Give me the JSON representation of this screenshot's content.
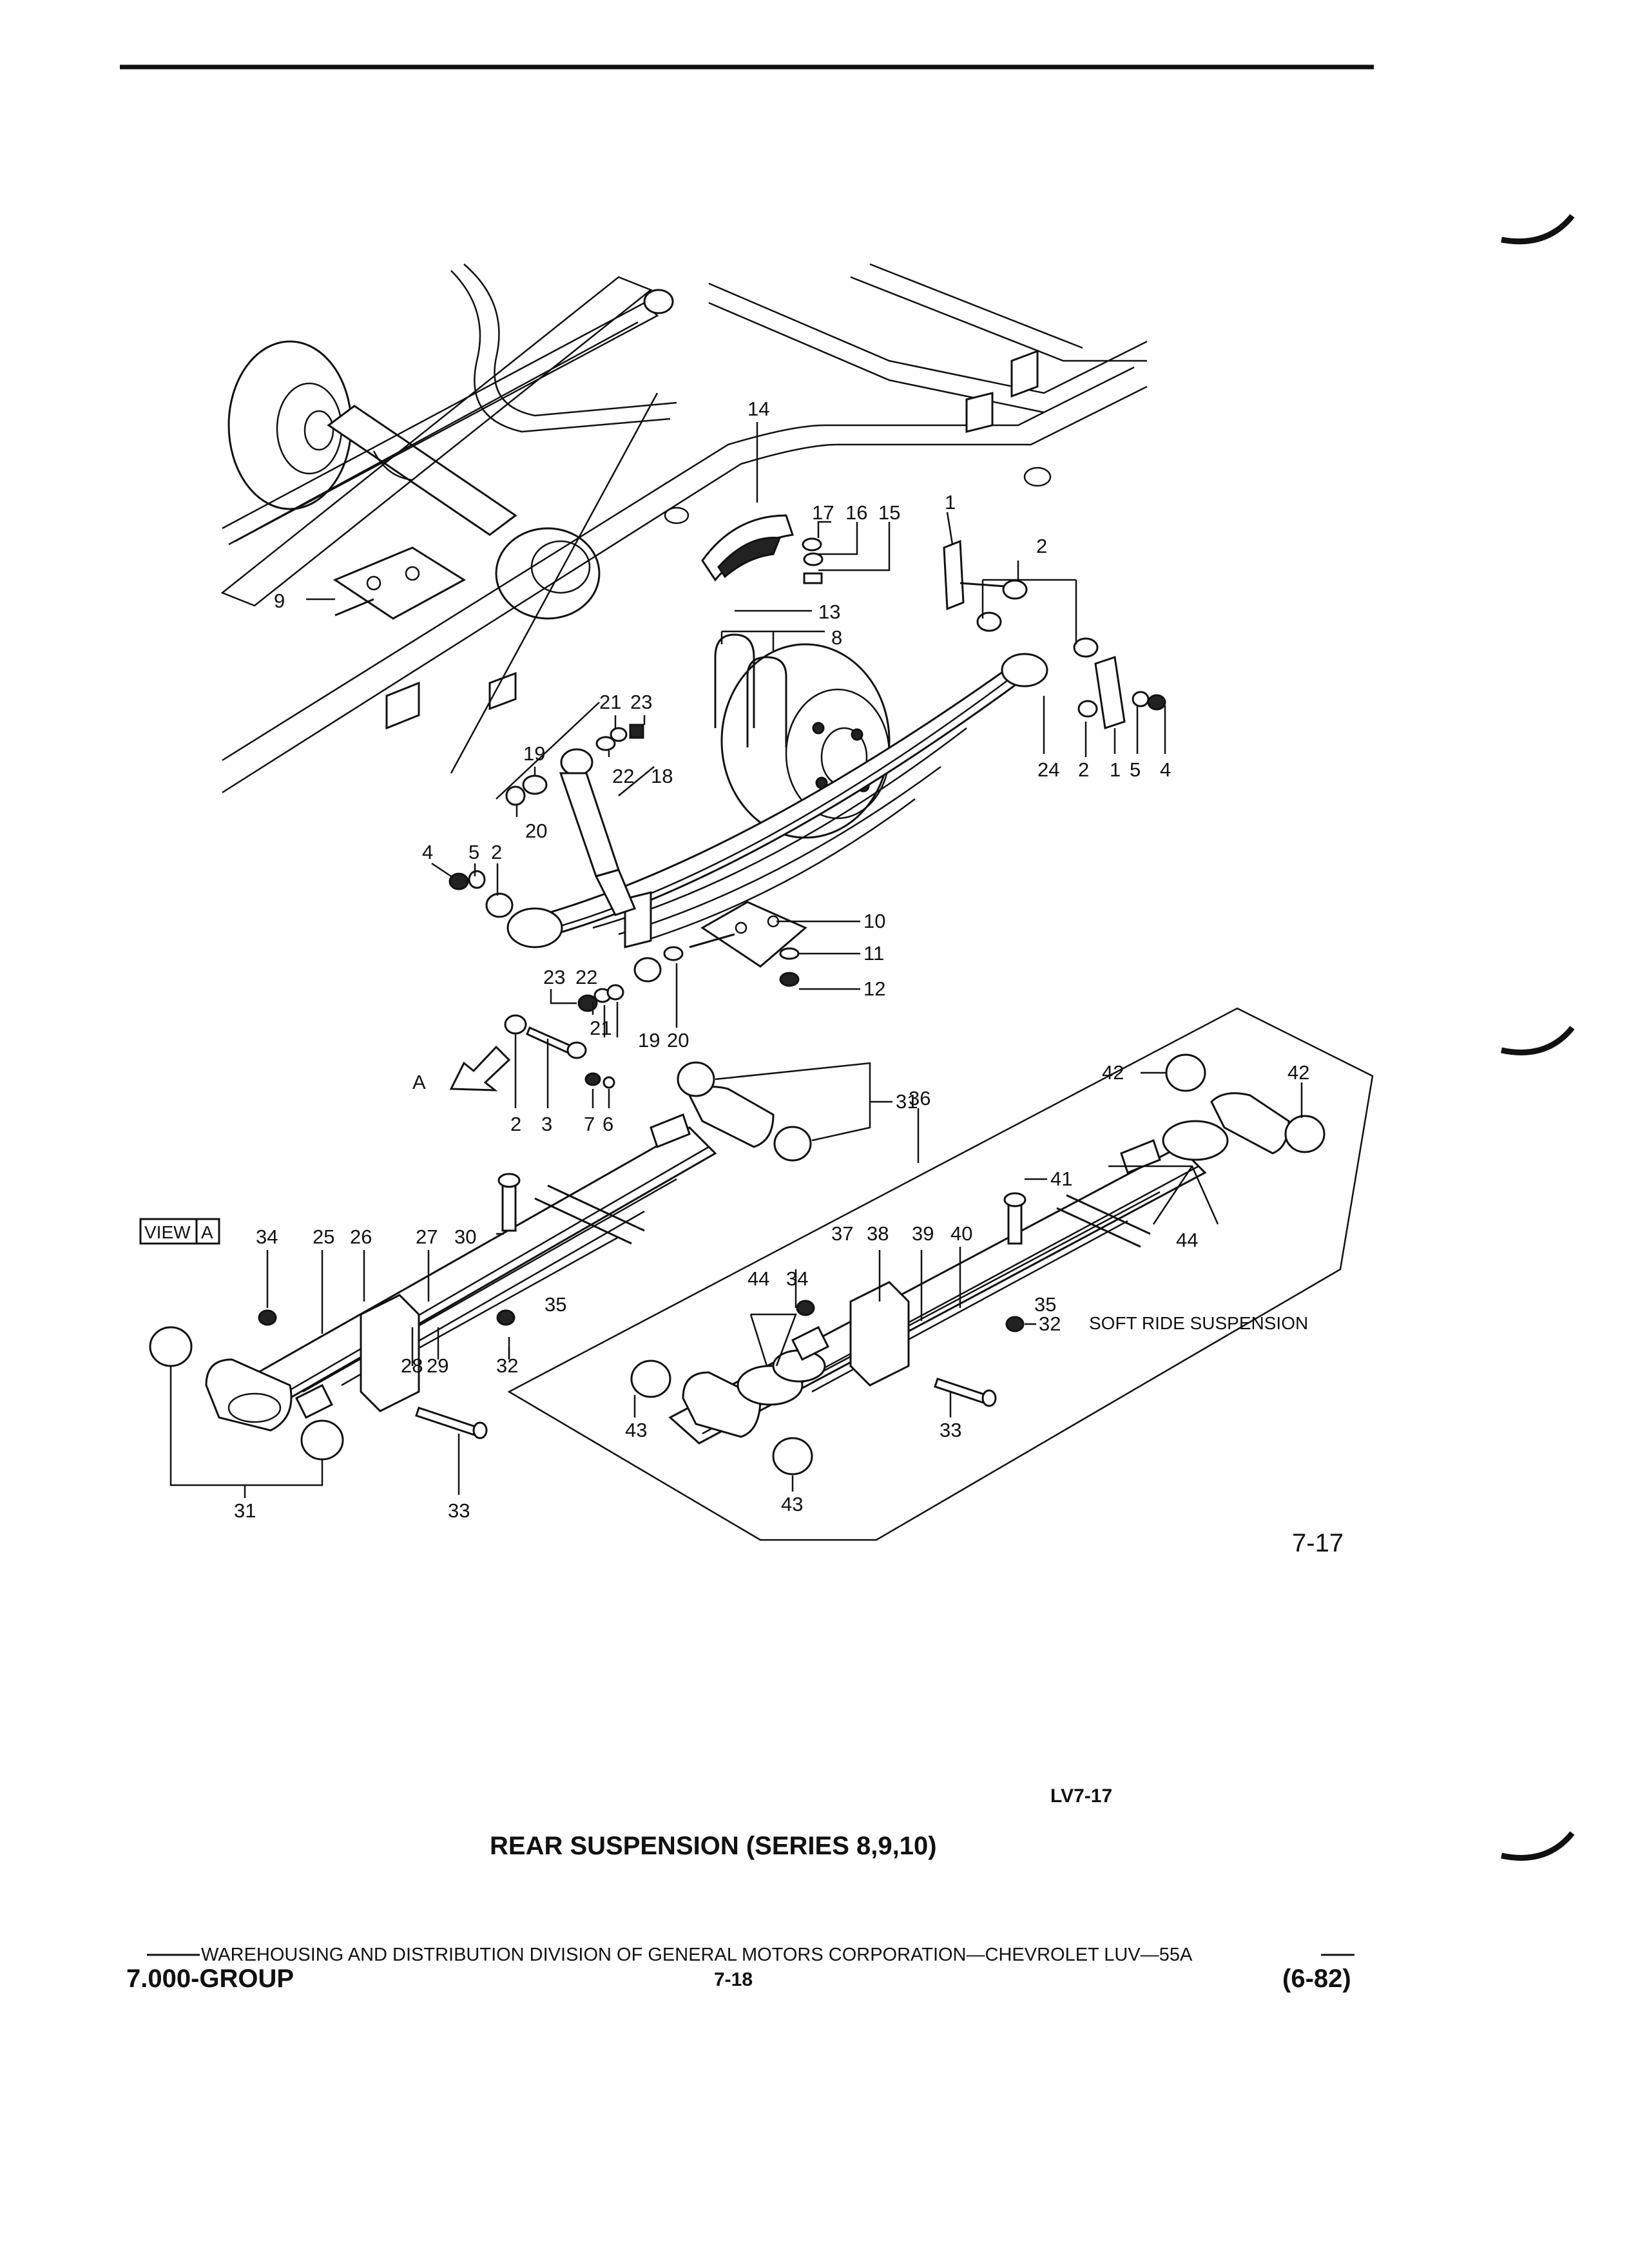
{
  "callouts": {
    "c14": "14",
    "c17": "17",
    "c16": "16",
    "c15": "15",
    "c1a": "1",
    "c2a": "2",
    "c13": "13",
    "c8": "8",
    "c9": "9",
    "c21a": "21",
    "c23a": "23",
    "c19a": "19",
    "c22a": "22",
    "c18": "18",
    "c20a": "20",
    "c24": "24",
    "c2b": "2",
    "c1b": "1",
    "c5a": "5",
    "c4a": "4",
    "c4b": "4",
    "c5b": "5",
    "c2c": "2",
    "c10": "10",
    "c11": "11",
    "c12": "12",
    "c23b": "23",
    "c22b": "22",
    "c21b": "21",
    "c19b": "19",
    "c20b": "20",
    "cA": "A",
    "c2d": "2",
    "c3": "3",
    "c7": "7",
    "c6": "6",
    "c31a": "31",
    "c36": "36",
    "c42a": "42",
    "c42b": "42",
    "c34a": "34",
    "c25": "25",
    "c26": "26",
    "c27": "27",
    "c30": "30",
    "c41": "41",
    "c37": "37",
    "c38": "38",
    "c39": "39",
    "c40": "40",
    "c44a": "44",
    "c44b": "44",
    "c34b": "34",
    "c35a": "35",
    "c35b": "35",
    "c32b": "32",
    "c28": "28",
    "c29": "29",
    "c32a": "32",
    "c43a": "43",
    "c33b": "33",
    "c43b": "43",
    "c31b": "31",
    "c33a": "33"
  },
  "labels": {
    "view_word": "VIEW",
    "view_letter": "A",
    "soft_ride": "SOFT RIDE SUSPENSION",
    "fig_number": "7-17",
    "ref_code": "LV7-17",
    "title": "REAR SUSPENSION (SERIES 8,9,10)"
  },
  "footer": {
    "division_line": "WAREHOUSING AND DISTRIBUTION  DIVISION OF GENERAL MOTORS CORPORATION—CHEVROLET LUV—55A",
    "group": "7.000-GROUP",
    "page": "7-18",
    "date": "(6-82)"
  }
}
